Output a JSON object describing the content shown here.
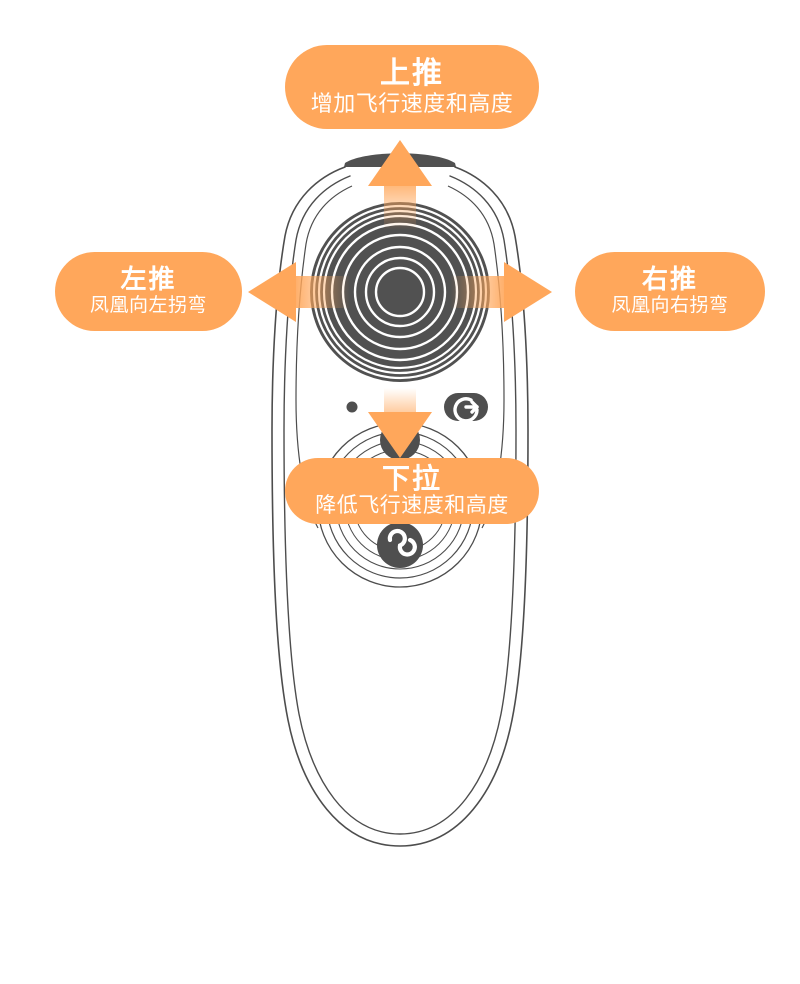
{
  "page": {
    "background_color": "#ffffff",
    "accent_color": "#ffa75b",
    "device_outline_color": "#4d4d4d",
    "device_dark_color": "#515151"
  },
  "callouts": {
    "up": {
      "title": "上推",
      "subtitle": "增加飞行速度和高度",
      "direction": "up",
      "arrow_icon": "arrow-up-icon"
    },
    "down": {
      "title": "下拉",
      "subtitle": "降低飞行速度和高度",
      "direction": "down",
      "arrow_icon": "arrow-down-icon"
    },
    "left": {
      "title": "左推",
      "subtitle": "凤凰向左拐弯",
      "direction": "left",
      "arrow_icon": "arrow-left-icon"
    },
    "right": {
      "title": "右推",
      "subtitle": "凤凰向右拐弯",
      "direction": "right",
      "arrow_icon": "arrow-right-icon"
    }
  },
  "device": {
    "name": "remote-controller",
    "controls": {
      "joystick": {
        "icon": "joystick-dial",
        "rings": 9
      },
      "power_button": {
        "icon": "power-icon",
        "shape": "pill"
      },
      "status_led": {
        "icon": "led-dot-icon"
      },
      "mode_button": {
        "icon": "infinity-icon"
      },
      "top_band": {
        "icon": "antenna-band"
      }
    }
  }
}
